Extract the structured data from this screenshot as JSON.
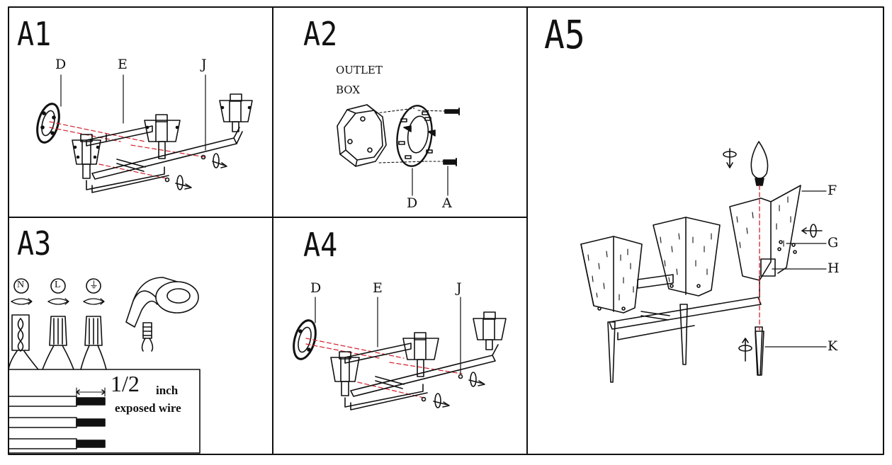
{
  "panels": {
    "a1": {
      "title": "A1",
      "labels": {
        "d": "D",
        "e": "E",
        "j": "J"
      }
    },
    "a2": {
      "title": "A2",
      "outlet_line1": "OUTLET",
      "outlet_line2": "BOX",
      "labels": {
        "d": "D",
        "a": "A"
      }
    },
    "a3": {
      "title": "A3",
      "symbols": {
        "neutral": "N",
        "live": "L",
        "ground": "⏚"
      },
      "strip_value": "1/2",
      "strip_unit": "inch",
      "strip_caption": "exposed wire"
    },
    "a4": {
      "title": "A4",
      "labels": {
        "d": "D",
        "e": "E",
        "j": "J"
      }
    },
    "a5": {
      "title": "A5",
      "labels": {
        "f": "F",
        "g": "G",
        "h": "H",
        "k": "K"
      }
    }
  }
}
